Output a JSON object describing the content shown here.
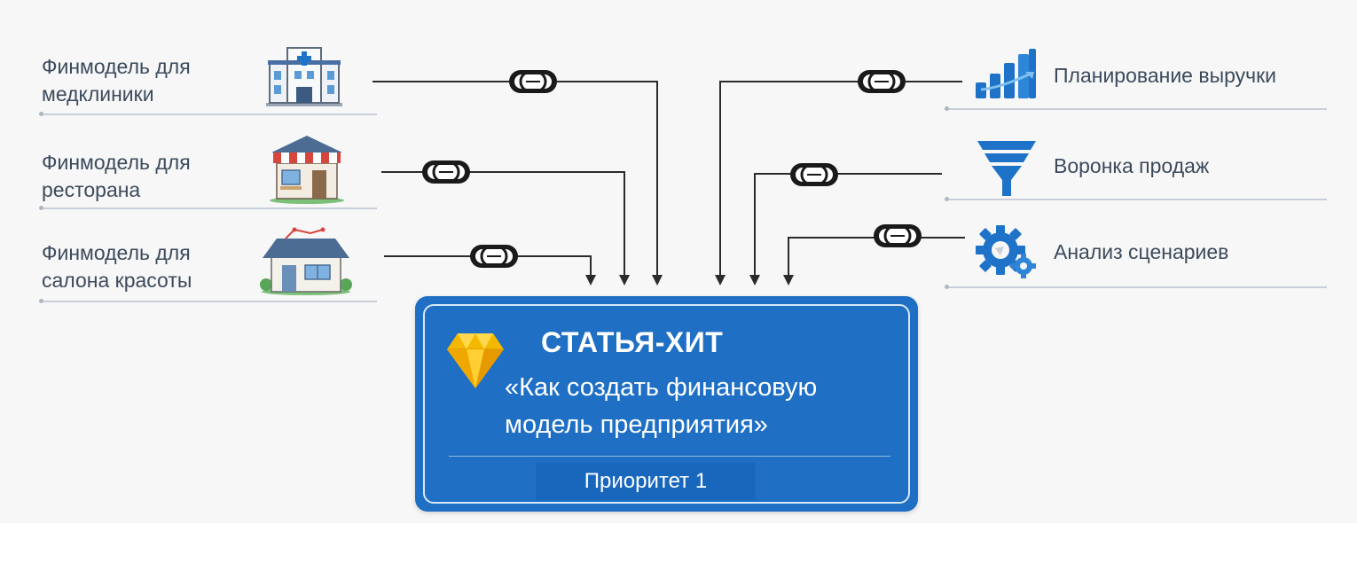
{
  "left_items": [
    {
      "line1": "Финмодель для",
      "line2": "медклиники",
      "icon": "hospital-icon"
    },
    {
      "line1": "Финмодель для",
      "line2": "ресторана",
      "icon": "restaurant-icon"
    },
    {
      "line1": "Финмодель для",
      "line2": "салона красоты",
      "icon": "house-icon"
    }
  ],
  "right_items": [
    {
      "label": "Планирование выручки",
      "icon": "growth-chart-icon"
    },
    {
      "label": "Воронка продаж",
      "icon": "funnel-icon"
    },
    {
      "label": "Анализ сценариев",
      "icon": "gears-icon"
    }
  ],
  "card": {
    "title": "СТАТЬЯ-ХИТ",
    "subtitle": "«Как создать финансовую модель предприятия»",
    "priority": "Приоритет 1",
    "icon": "diamond-icon"
  },
  "connector_icon": "link-chain-icon",
  "colors": {
    "card": "#1f6fc4",
    "accent_blue": "#1e73c8",
    "text": "#3c4a5c",
    "diamond": "#f5b800"
  }
}
